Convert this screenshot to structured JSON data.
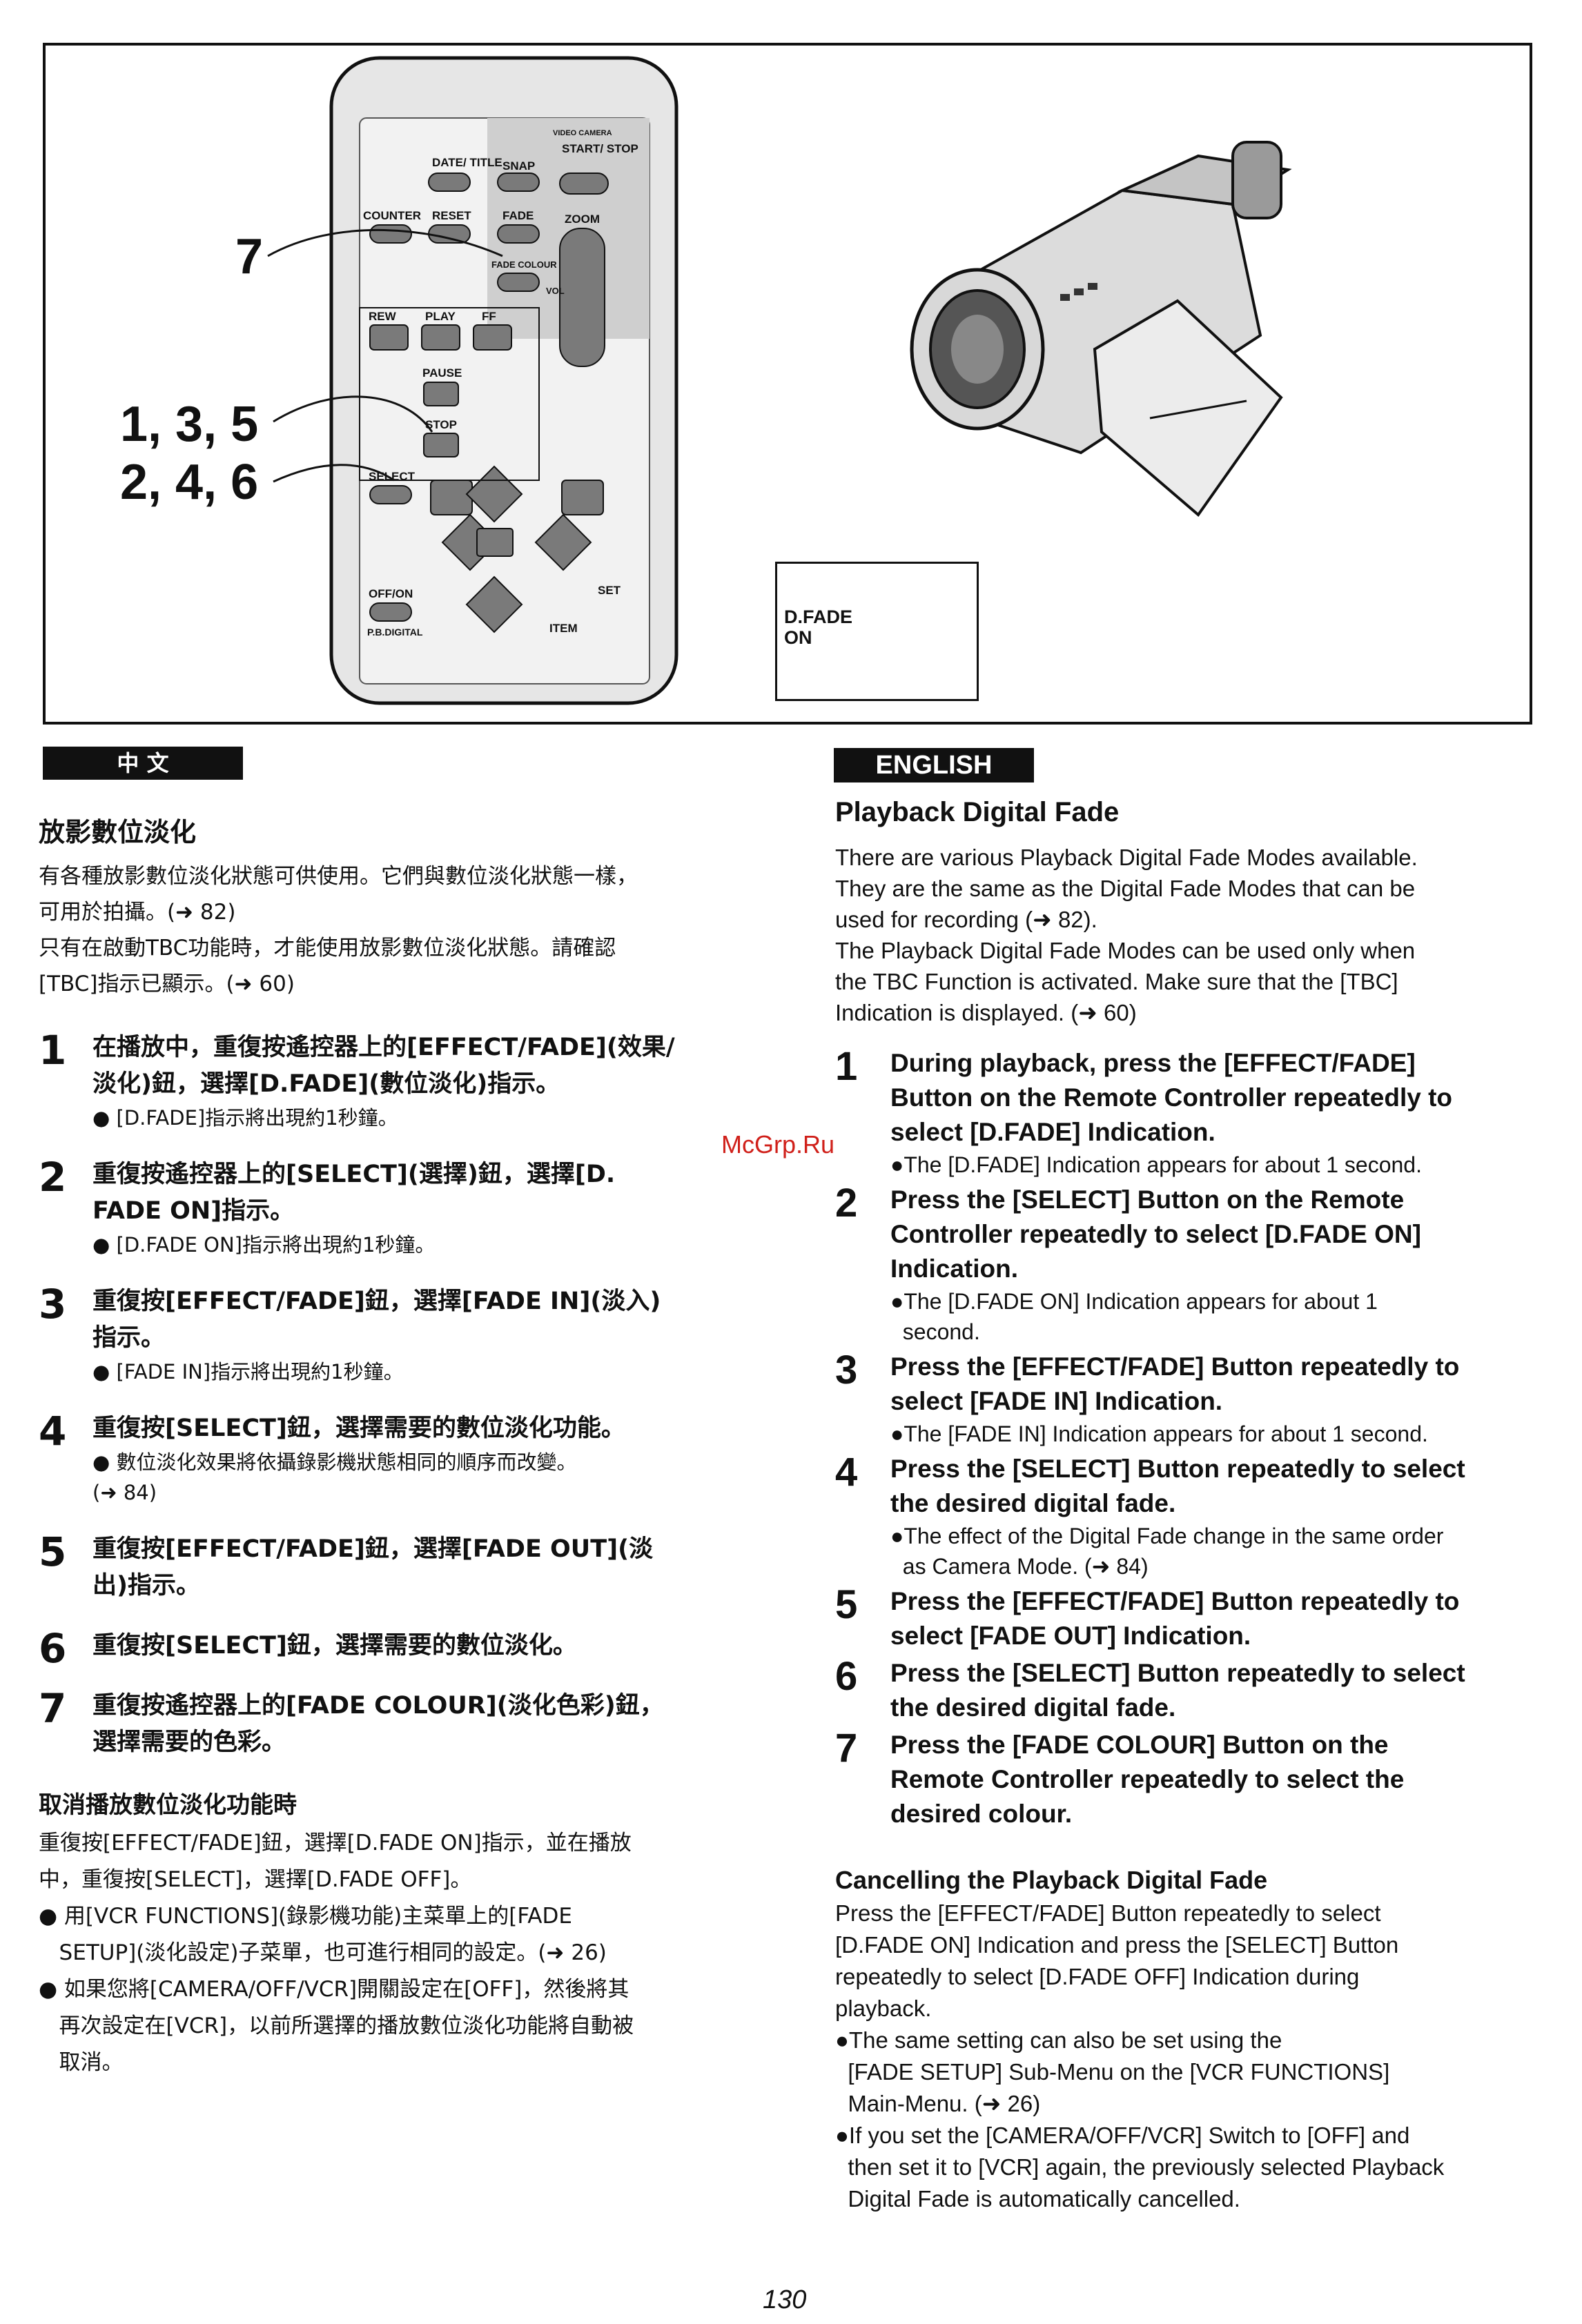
{
  "figure": {
    "callouts": [
      "7",
      "1, 3, 5",
      "2, 4, 6"
    ],
    "remote": {
      "brand_label": "VIDEO CAMERA",
      "buttons": {
        "date_title": "DATE/ TITLE",
        "snap": "SNAP",
        "start_stop": "START/ STOP",
        "counter": "COUNTER",
        "reset": "RESET",
        "fade": "FADE",
        "zoom": "ZOOM",
        "fade_colour": "FADE COLOUR",
        "vol": "VOL",
        "rew": "REW",
        "play": "PLAY",
        "ff": "FF",
        "pause": "PAUSE",
        "stop": "STOP",
        "select": "SELECT",
        "off_on": "OFF/ON",
        "pb_digital": "P.B.DIGITAL",
        "set": "SET",
        "item": "ITEM"
      }
    },
    "osd_lines": [
      "D.FADE",
      "ON"
    ]
  },
  "zh": {
    "lang_label": "中  文",
    "title": "放影數位淡化",
    "intro": [
      "有各種放影數位淡化狀態可供使用。它們與數位淡化狀態一樣，",
      "可用於拍攝。(➜ 82)",
      "只有在啟動TBC功能時，才能使用放影數位淡化狀態。請確認",
      "[TBC]指示已顯示。(➜ 60)"
    ],
    "steps": [
      {
        "n": "1",
        "lines": [
          "在播放中，重復按遙控器上的[EFFECT/FADE](效果/",
          "淡化)鈕，選擇[D.FADE](數位淡化)指示。"
        ],
        "notes": [
          "● [D.FADE]指示將出現約1秒鐘。"
        ]
      },
      {
        "n": "2",
        "lines": [
          "重復按遙控器上的[SELECT](選擇)鈕，選擇[D.",
          "FADE ON]指示。"
        ],
        "notes": [
          "● [D.FADE ON]指示將出現約1秒鐘。"
        ]
      },
      {
        "n": "3",
        "lines": [
          "重復按[EFFECT/FADE]鈕，選擇[FADE IN](淡入)",
          "指示。"
        ],
        "notes": [
          "● [FADE IN]指示將出現約1秒鐘。"
        ]
      },
      {
        "n": "4",
        "lines": [
          "重復按[SELECT]鈕，選擇需要的數位淡化功能。"
        ],
        "notes": [
          "● 數位淡化效果將依攝錄影機狀態相同的順序而改變。",
          "(➜ 84)"
        ]
      },
      {
        "n": "5",
        "lines": [
          "重復按[EFFECT/FADE]鈕，選擇[FADE OUT](淡",
          "出)指示。"
        ],
        "notes": []
      },
      {
        "n": "6",
        "lines": [
          "重復按[SELECT]鈕，選擇需要的數位淡化。"
        ],
        "notes": []
      },
      {
        "n": "7",
        "lines": [
          "重復按遙控器上的[FADE COLOUR](淡化色彩)鈕，",
          "選擇需要的色彩。"
        ],
        "notes": []
      }
    ],
    "cancel_title": "取消播放數位淡化功能時",
    "cancel_lines": [
      "重復按[EFFECT/FADE]鈕，選擇[D.FADE ON]指示，並在播放",
      "中，重復按[SELECT]，選擇[D.FADE OFF]。",
      "● 用[VCR FUNCTIONS](錄影機功能)主菜單上的[FADE",
      "   SETUP](淡化設定)子菜單，也可進行相同的設定。(➜ 26)",
      "● 如果您將[CAMERA/OFF/VCR]開關設定在[OFF]，然後將其",
      "   再次設定在[VCR]，以前所選擇的播放數位淡化功能將自動被",
      "   取消。"
    ]
  },
  "en": {
    "lang_label": "ENGLISH",
    "title": "Playback Digital Fade",
    "intro": [
      "There are various Playback Digital Fade Modes available.",
      "They are the same as the Digital Fade Modes that can be",
      "used for recording (➜ 82).",
      "The Playback Digital Fade Modes can be used only when",
      "the TBC Function is activated. Make sure that the [TBC]",
      "Indication is displayed. (➜ 60)"
    ],
    "steps": [
      {
        "n": "1",
        "lines": [
          "During playback, press the [EFFECT/FADE]",
          "Button on the Remote Controller repeatedly to",
          "select [D.FADE] Indication."
        ],
        "notes": [
          "●The [D.FADE] Indication appears for about 1 second."
        ]
      },
      {
        "n": "2",
        "lines": [
          "Press the [SELECT] Button on the Remote",
          "Controller repeatedly to select [D.FADE ON]",
          "Indication."
        ],
        "notes": [
          "●The [D.FADE ON] Indication appears for about 1",
          "  second."
        ]
      },
      {
        "n": "3",
        "lines": [
          "Press the [EFFECT/FADE] Button repeatedly to",
          "select [FADE IN] Indication."
        ],
        "notes": [
          "●The [FADE IN] Indication appears for about 1 second."
        ]
      },
      {
        "n": "4",
        "lines": [
          "Press the [SELECT] Button repeatedly to select",
          "the desired digital fade."
        ],
        "notes": [
          "●The effect of the Digital Fade change in the same order",
          "  as Camera Mode. (➜ 84)"
        ]
      },
      {
        "n": "5",
        "lines": [
          "Press the [EFFECT/FADE] Button repeatedly to",
          "select [FADE OUT] Indication."
        ],
        "notes": []
      },
      {
        "n": "6",
        "lines": [
          "Press the [SELECT] Button repeatedly to select",
          "the desired digital fade."
        ],
        "notes": []
      },
      {
        "n": "7",
        "lines": [
          "Press the [FADE COLOUR] Button on the",
          "Remote Controller repeatedly to select the",
          "desired colour."
        ],
        "notes": []
      }
    ],
    "cancel_title": "Cancelling the Playback Digital Fade",
    "cancel_lines": [
      "Press the [EFFECT/FADE] Button repeatedly to select",
      "[D.FADE ON] Indication and press the [SELECT] Button",
      "repeatedly to select [D.FADE OFF] Indication during",
      "playback.",
      "●The same setting can also be set using the",
      "  [FADE SETUP] Sub-Menu on the [VCR FUNCTIONS]",
      "  Main-Menu. (➜ 26)",
      "●If you set the [CAMERA/OFF/VCR] Switch to [OFF] and",
      "  then set it to [VCR] again, the previously selected Playback",
      "  Digital Fade is automatically cancelled."
    ]
  },
  "watermark": "McGrp.Ru",
  "page_number": "130"
}
